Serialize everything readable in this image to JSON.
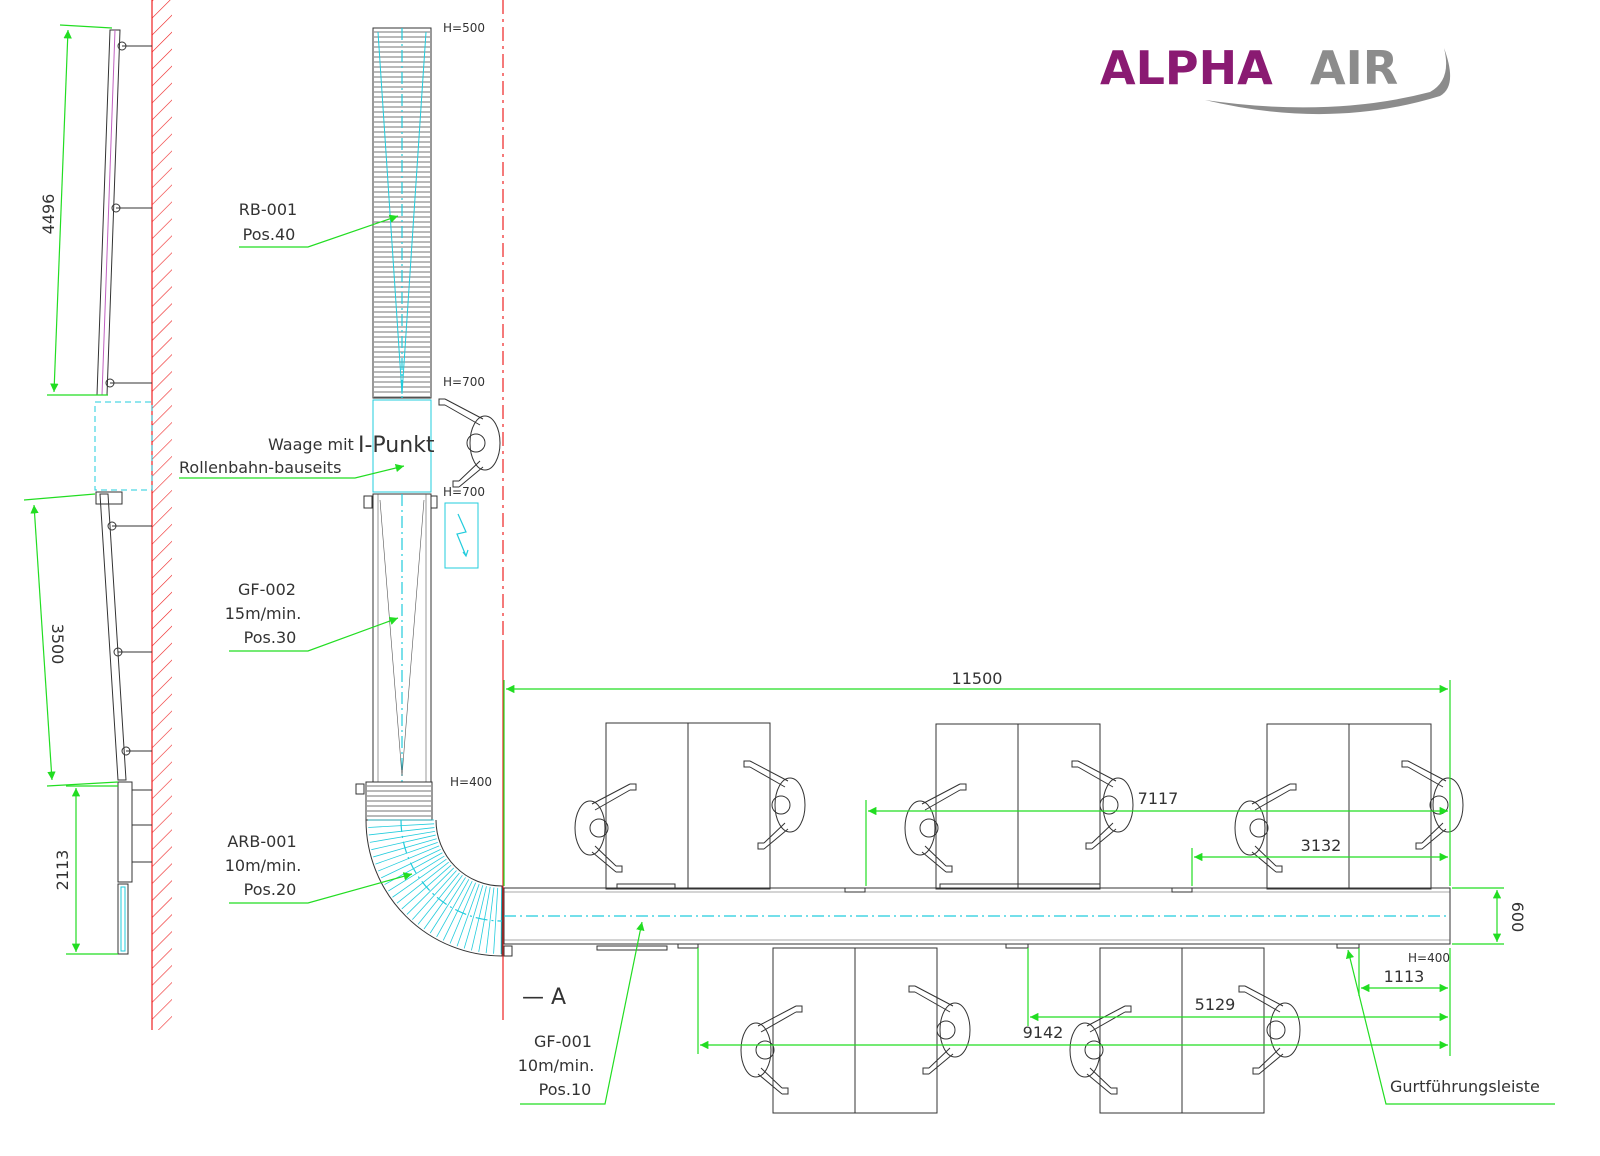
{
  "logo": {
    "text_alpha": "ALPHA",
    "text_air": "AIR",
    "color_alpha": "#8a1a72",
    "color_air": "#8c8c8c"
  },
  "colors": {
    "dimension": "#22dd22",
    "centerline": "#22ccdd",
    "wall": "#ee2222",
    "linework": "#333333"
  },
  "side_view": {
    "dim_upper": "4496",
    "dim_middle": "3500",
    "dim_lower": "2113"
  },
  "conveyor_labels": {
    "rb001": {
      "line1": "RB-001",
      "line2": "Pos.40"
    },
    "waage": {
      "line1": "Waage mit",
      "punkt": "I-Punkt",
      "line2": "Rollenbahn-bauseits"
    },
    "gf002": {
      "line1": "GF-002",
      "line2": "15m/min.",
      "line3": "Pos.30"
    },
    "arb001": {
      "line1": "ARB-001",
      "line2": "10m/min.",
      "line3": "Pos.20"
    },
    "gf001": {
      "line1": "GF-001",
      "line2": "10m/min.",
      "line3": "Pos.10"
    },
    "gurt": "Gurtführungsleiste",
    "view_a": "— A"
  },
  "heights": {
    "h500": "H=500",
    "h700_top": "H=700",
    "h700_bottom": "H=700",
    "h400_curve": "H=400",
    "h400_belt": "H=400"
  },
  "dimensions": {
    "total": "11500",
    "d7117": "7117",
    "d3132": "3132",
    "d600": "600",
    "d1113": "1113",
    "d5129": "5129",
    "d9142": "9142"
  }
}
